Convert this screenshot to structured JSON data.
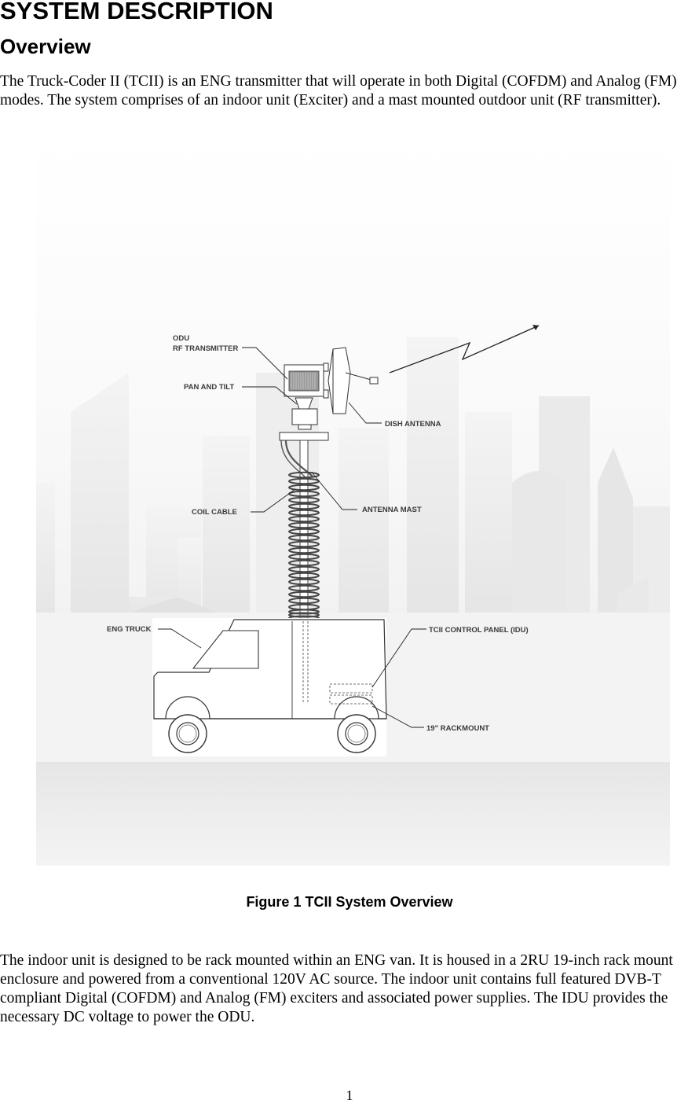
{
  "document": {
    "heading": "SYSTEM DESCRIPTION",
    "subheading": "Overview",
    "paragraph1": "The Truck-Coder II (TCII) is an ENG transmitter that will operate in both Digital (COFDM) and Analog (FM) modes. The system comprises of an indoor unit (Exciter) and a mast mounted outdoor unit (RF transmitter).",
    "figure_caption": "Figure 1 TCII System Overview",
    "paragraph2": "The indoor unit is designed to be rack mounted within an ENG van. It is housed in a 2RU 19-inch rack mount enclosure and powered from a conventional 120V AC source. The indoor unit contains full featured DVB-T compliant Digital (COFDM) and Analog (FM) exciters and associated power supplies. The IDU provides the necessary DC voltage to power the ODU.",
    "page_number": "1"
  },
  "figure": {
    "labels": {
      "odu_line1": "ODU",
      "odu_line2": "RF TRANSMITTER",
      "pan_tilt": "PAN AND TILT",
      "dish_antenna": "DISH ANTENNA",
      "coil_cable": "COIL CABLE",
      "antenna_mast": "ANTENNA  MAST",
      "eng_truck": "ENG TRUCK",
      "control_panel": "TCII CONTROL PANEL (IDU)",
      "rackmount": "19\" RACKMOUNT"
    }
  }
}
